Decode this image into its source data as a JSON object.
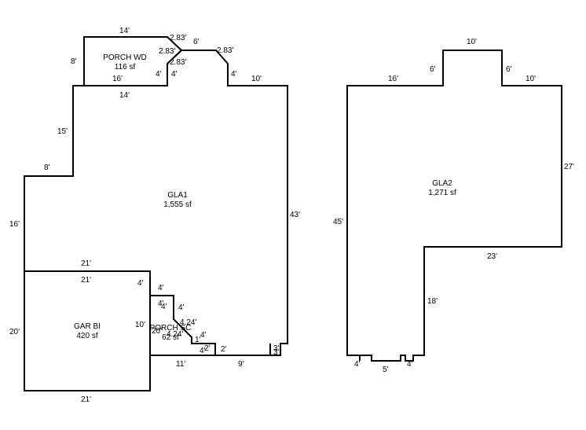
{
  "areas": {
    "gla1": {
      "name": "GLA1",
      "size": "1,555 sf"
    },
    "gla2": {
      "name": "GLA2",
      "size": "1,271 sf"
    },
    "garage": {
      "name": "GAR BI",
      "size": "420 sf"
    },
    "porch_wd": {
      "name": "PORCH WD",
      "size": "116 sf"
    },
    "porch_sc": {
      "name": "PORCH SC",
      "size": "62 sf"
    }
  },
  "dims": {
    "pw_top": "14'",
    "pw_diag1": "2.83'",
    "pw_diag_mid": "2.83'",
    "pw_diag2": "2.83'",
    "pw_left": "8'",
    "pw_bottom": "16'",
    "pw_right": "4'",
    "notch_right": "4'",
    "notch_top": "6'",
    "notch_diag": "2.83'",
    "notch_down": "4'",
    "g1_top_right": "10'",
    "g1_top_left": "14'",
    "g1_upper_left": "15'",
    "g1_step": "8'",
    "g1_left": "16'",
    "g1_right": "43'",
    "gar_top_out": "21'",
    "gar_top_in": "21'",
    "gar_left": "20'",
    "gar_bottom": "21'",
    "gar_right": "10'",
    "sc_top": "4'",
    "sc_left": "20'",
    "sc_inner_4a": "4'",
    "sc_inner_4b": "4'",
    "sc_inner_4c": "4'",
    "sc_diag_a": "4.24'",
    "sc_diag_b": "4.24'",
    "sc_small_1": "1'",
    "sc_small_4": "4'",
    "sc_small_2": "2'",
    "sc_bottom": "4'",
    "g1_bottom_2": "2'",
    "g1_bottom_11": "11'",
    "g1_bottom_9": "9'",
    "g1_step_3a": "3'",
    "g1_step_3b": "3'",
    "gar_inner_4": "4'",
    "g2_top": "10'",
    "g2_left_top": "16'",
    "g2_bump_left": "6'",
    "g2_bump_right": "6'",
    "g2_right_top": "10'",
    "g2_right": "27'",
    "g2_left": "45'",
    "g2_step": "23'",
    "g2_inner": "18'",
    "g2_bot_left": "4'",
    "g2_bot_mid": "5'",
    "g2_bot_right": "4'"
  }
}
